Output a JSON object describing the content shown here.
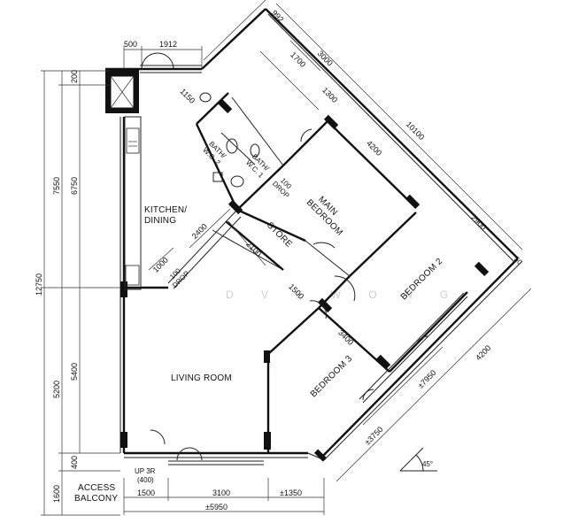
{
  "rooms": {
    "kitchen_l1": "KITCHEN/",
    "kitchen_l2": "DINING",
    "main_bedroom_l1": "MAIN",
    "main_bedroom_l2": "BEDROOM",
    "bedroom2": "BEDROOM 2",
    "bedroom3": "BEDROOM 3",
    "living": "LIVING ROOM",
    "store": "STORE",
    "bath1_l1": "BATH/",
    "bath1_l2": "W.C. 1",
    "bath2_l1": "BATH/",
    "bath2_l2": "W.C. 2",
    "access_l1": "ACCESS",
    "access_l2": "BALCONY",
    "up": "UP 3R",
    "up2": "(400)",
    "drop1a": "100",
    "drop1b": "DROP",
    "drop2a": "100",
    "drop2b": "DROP"
  },
  "dimensions": {
    "left_total": "12750",
    "left_7550": "7550",
    "left_6750": "6750",
    "left_200": "200",
    "left_5200": "5200",
    "left_5400": "5400",
    "left_400": "400",
    "left_1600": "1600",
    "top_500": "500",
    "top_1912": "1912",
    "d_992": "992",
    "d_1700": "1700",
    "d_3000": "3000",
    "d_1300": "1300",
    "d_10100": "10100",
    "d_4200a": "4200",
    "d_2900": "2900",
    "d_50": "50",
    "d_1150": "1150",
    "d_2400": "2400",
    "d_2100": "2100",
    "d_1000": "1000",
    "d_1500a": "1500",
    "d_3400": "3400",
    "d_4200b": "4200",
    "d_7950": "±7950",
    "d_3750": "±3750",
    "bot_1500": "1500",
    "bot_3100": "3100",
    "bot_1350": "±1350",
    "bot_5950": "±5950",
    "angle": "45°"
  },
  "watermark": "D V E   W O N G"
}
